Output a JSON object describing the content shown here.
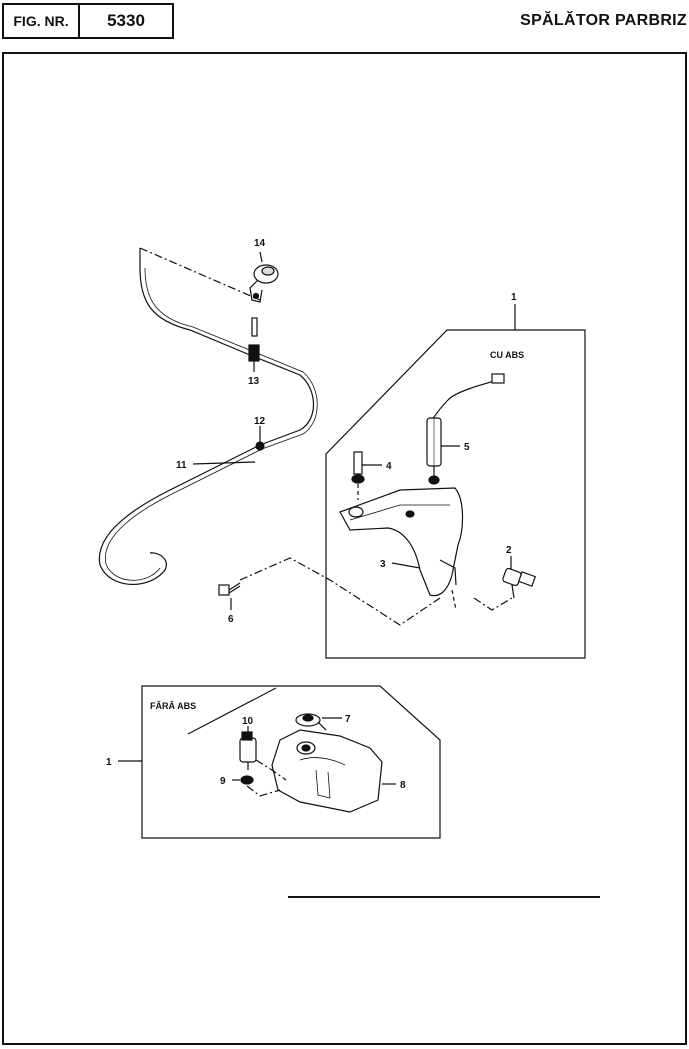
{
  "header": {
    "fig_label": "FIG. NR.",
    "fig_number": "5330",
    "title": "SPĂLĂTOR PARBRIZ"
  },
  "sections": {
    "with_abs": "CU ABS",
    "without_abs": "FĂRĂ ABS"
  },
  "callouts": {
    "c1_top": "1",
    "c1_bottom": "1",
    "c2": "2",
    "c3": "3",
    "c4": "4",
    "c5": "5",
    "c6": "6",
    "c7": "7",
    "c8": "8",
    "c9": "9",
    "c10": "10",
    "c11": "11",
    "c12": "12",
    "c13": "13",
    "c14": "14"
  },
  "colors": {
    "ink": "#111111",
    "paper": "#ffffff"
  }
}
